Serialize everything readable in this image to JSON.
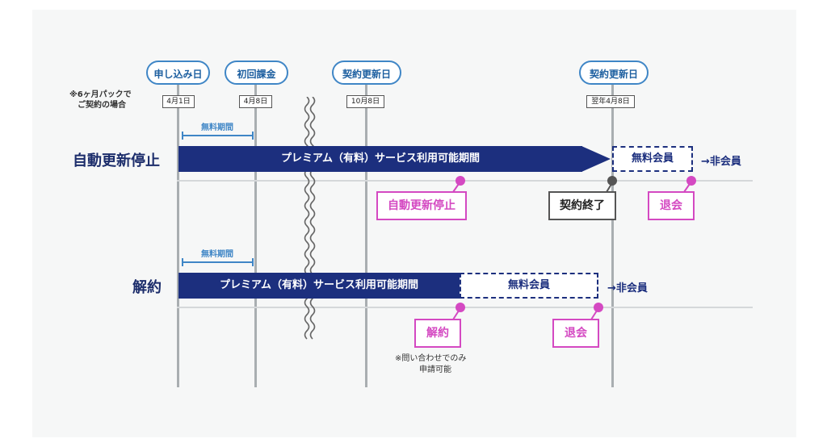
{
  "timeline": {
    "header_pills": [
      "申し込み日",
      "初回課金",
      "契約更新日",
      "契約更新日"
    ],
    "dates": [
      "4月1日",
      "4月8日",
      "10月8日",
      "翌年4月8日"
    ],
    "note_six_months": [
      "※6ヶ月パックで",
      "ご契約の場合"
    ]
  },
  "rows": {
    "auto_renewal_stop": {
      "label": "自動更新停止",
      "free_period": "無料期間",
      "premium_bar": "プレミアム（有料）サービス利用可能期間",
      "free_member": "無料会員",
      "to_non_member": "→非会員",
      "callout_stop": "自動更新停止",
      "callout_end": "契約終了",
      "callout_withdraw": "退会"
    },
    "cancellation": {
      "label": "解約",
      "free_period": "無料期間",
      "premium_bar": "プレミアム（有料）サービス利用可能期間",
      "free_member": "無料会員",
      "to_non_member": "→非会員",
      "callout_cancel": "解約",
      "callout_withdraw": "退会",
      "note": [
        "※問い合わせでのみ",
        "申請可能"
      ]
    }
  },
  "colors": {
    "navy": "#1c2f7e",
    "blue": "#3f86c6",
    "magenta": "#d449c2",
    "gray_line": "#a9aeb1"
  }
}
